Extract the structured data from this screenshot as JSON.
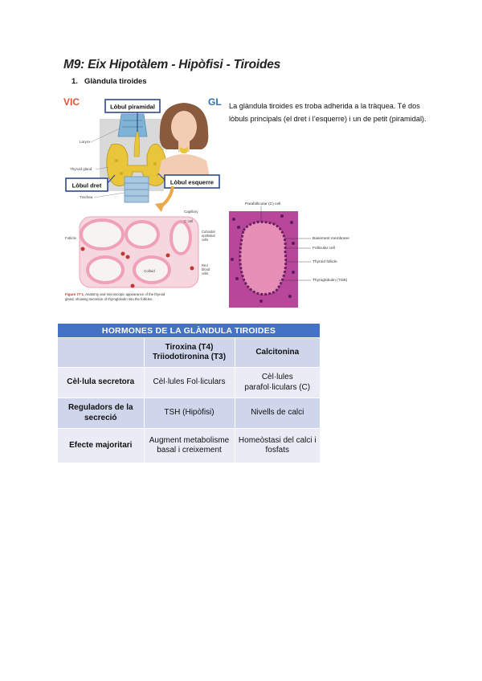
{
  "document": {
    "title": "M9: Eix Hipotàlem - Hipòfisi - Tiroides",
    "section": {
      "number": "1.",
      "heading": "Glàndula tiroides"
    },
    "intro_text": "La glàndula tiroides es troba adherida a la tràquea. Té dos lòbuls principals (el dret i l’esquerre) i un de petit (piramidal)."
  },
  "figure_anatomy": {
    "header_fragment_left": "VIC",
    "header_fragment_right": "GL",
    "callouts": {
      "pyramidal": "Lòbul piramidal",
      "right": "Lòbul dret",
      "left": "Lòbul esquerre"
    },
    "labels": {
      "larynx": "Larynx",
      "thyroid_gland": "Thyroid gland",
      "trachea": "Trachea",
      "capillary": "Capillary",
      "c_cell": "C cell",
      "follicle": "Follicle",
      "colloid": "Colloid",
      "cuboidal": "Cuboidal",
      "epithelial": "epithelial",
      "cells": "cells",
      "red": "Red",
      "blood": "blood",
      "cells2": "cells"
    },
    "caption_bold": "Figure 77-1.",
    "caption_line1": " Anatomy and microscopic appearance of the thyroid",
    "caption_line2": "gland, showing secretion of thyroglobulin into the follicles.",
    "colors": {
      "callout_border": "#2e4a8a",
      "thyroid": "#e8c53a",
      "trachea": "#8fb8d8",
      "follicle_border": "#f0a0b8",
      "arrow": "#e9a84a"
    }
  },
  "figure_histology": {
    "labels": {
      "parafollicular": "Parafollicular (C) cell",
      "basement": "Basement membrane",
      "follicular": "Follicular cell",
      "thyroid_follicle": "Thyroid follicle",
      "thyroglobulin": "Thyroglobulin (TGB)"
    },
    "colors": {
      "tissue": "#c94a9a",
      "colloid": "#e88fb8"
    }
  },
  "hormone_table": {
    "title": "HORMONES DE LA GLÀNDULA TIROIDES",
    "header": [
      "",
      "Tiroxina (T4)\nTriiodotironina (T3)",
      "Calcitonina"
    ],
    "rows": [
      {
        "label": "Cèl·lula secretora",
        "t4t3": "Cèl·lules Fol·liculars",
        "calcitonin": "Cèl·lules parafol·liculars (C)"
      },
      {
        "label": "Reguladors de la secreció",
        "t4t3": "TSH (Hipòfisi)",
        "calcitonin": "Nivells de calci"
      },
      {
        "label": "Efecte majoritari",
        "t4t3": "Augment metabolisme basal i creixement",
        "calcitonin": "Homeòstasi del calci i fosfats"
      }
    ],
    "colors": {
      "title_bg": "#4472c4",
      "band_dark": "#cfd5ea",
      "band_light": "#e9ebf5"
    }
  }
}
